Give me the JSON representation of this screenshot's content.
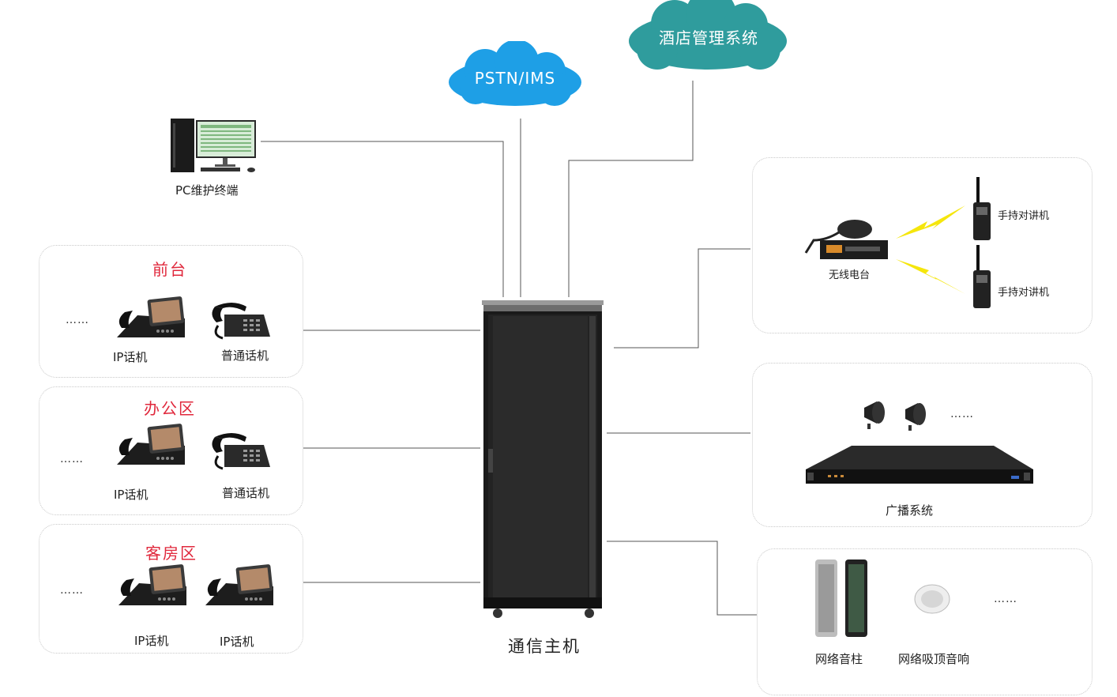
{
  "clouds": {
    "pstn": "PSTN/IMS",
    "hotel": "酒店管理系统"
  },
  "pc": {
    "label": "PC维护终端"
  },
  "host": {
    "label": "通信主机"
  },
  "zones": [
    {
      "title": "前台",
      "ellipsis": "……",
      "device1": "IP话机",
      "device2": "普通话机"
    },
    {
      "title": "办公区",
      "ellipsis": "……",
      "device1": "IP话机",
      "device2": "普通话机"
    },
    {
      "title": "客房区",
      "ellipsis": "……",
      "device1": "IP话机",
      "device2": "IP话机"
    }
  ],
  "radio_panel": {
    "base": "无线电台",
    "handheld1": "手持对讲机",
    "handheld2": "手持对讲机"
  },
  "broadcast_panel": {
    "label": "广播系统",
    "ellipsis": "……"
  },
  "speaker_panel": {
    "column": "网络音柱",
    "ceiling": "网络吸顶音响",
    "ellipsis": "……"
  },
  "colors": {
    "pstn_cloud": "#1e9fe6",
    "hotel_cloud": "#2f9c9d",
    "zone_title": "#e0283c",
    "lightning": "#f5e60c"
  }
}
